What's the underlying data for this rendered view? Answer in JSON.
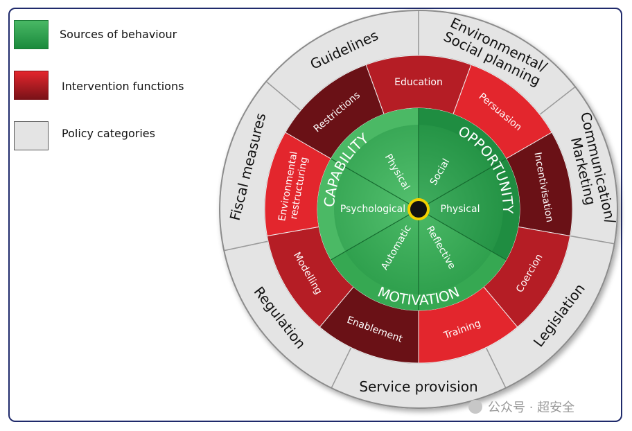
{
  "legend": [
    {
      "label": "Sources of behaviour",
      "color": "#1d9a45"
    },
    {
      "label": "Intervention functions",
      "color": "#c81f26"
    },
    {
      "label": "Policy categories",
      "color": "#e4e4e4"
    }
  ],
  "policy_categories": [
    "Environmental/ Social planning",
    "Communication/ Marketing",
    "Legislation",
    "Service provision",
    "Regulation",
    "Fiscal measures",
    "Guidelines"
  ],
  "intervention_functions": [
    "Education",
    "Persuasion",
    "Incentivisation",
    "Coercion",
    "Training",
    "Enablement",
    "Modelling",
    "Environmental restructuring",
    "Restrictions"
  ],
  "sources": {
    "capability": "CAPABILITY",
    "opportunity": "OPPORTUNITY",
    "motivation": "MOTIVATION",
    "sub_sources": [
      "Social",
      "Physical",
      "Reflective",
      "Automatic",
      "Psychological",
      "Physical"
    ]
  },
  "colors": {
    "green_light": "#49b865",
    "green_mid": "#2a9a4a",
    "green_dark": "#167a35",
    "red_bright": "#e3262d",
    "red_dark": "#6a1116",
    "red_mid": "#b51d25",
    "grey_ring": "#e4e4e4",
    "center_ring": "#f2d000"
  },
  "watermark": "公众号 · 超安全"
}
